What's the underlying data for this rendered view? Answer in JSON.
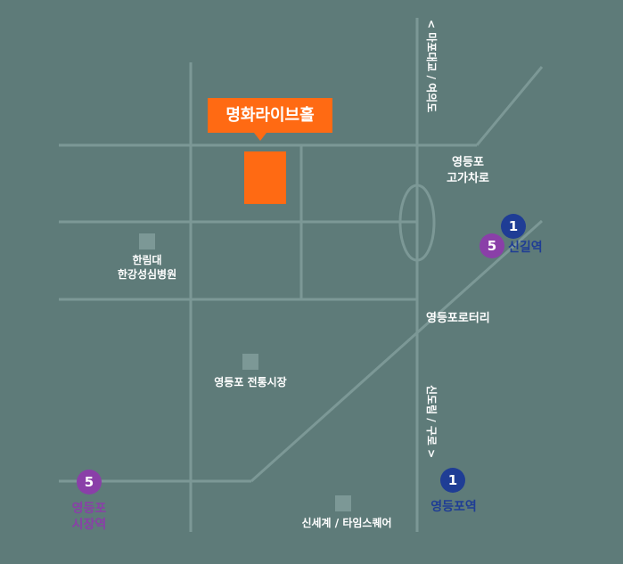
{
  "colors": {
    "background": "#5e7b79",
    "road": "#7c9896",
    "venue": "#ff6a13",
    "line1": "#1f3d95",
    "line5": "#8a3fa8",
    "label": "#ffffff"
  },
  "venue": {
    "name": "명화라이브홀"
  },
  "directions": {
    "north": "< 마포대교 / 여의도",
    "south": "신도림 / 구로 >"
  },
  "places": {
    "overpass": [
      "영등포",
      "고가차로"
    ],
    "hospital": [
      "한림대",
      "한강성심병원"
    ],
    "rotary": "영등포로터리",
    "market": "영등포 전통시장",
    "shinsegae": "신세계 / 타임스퀘어"
  },
  "stations": {
    "singil": {
      "name": "신길역",
      "lines": [
        "1",
        "5"
      ]
    },
    "yeongdeungpo": {
      "name": "영등포역",
      "line": "1"
    },
    "market_station": {
      "name_lines": [
        "영등포",
        "시장역"
      ],
      "line": "5"
    }
  }
}
